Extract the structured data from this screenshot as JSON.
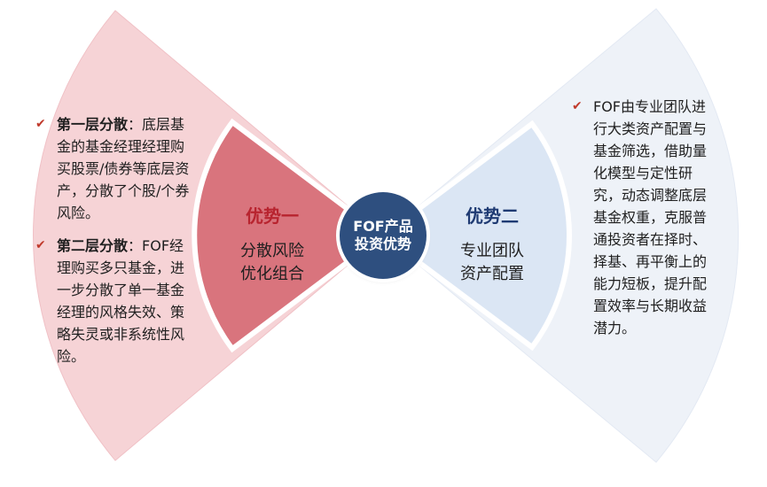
{
  "center": {
    "line1": "FOF产品",
    "line2": "投资优势"
  },
  "advantage_one": {
    "title": "优势一",
    "subtitle_line1": "分散风险",
    "subtitle_line2": "优化组合",
    "bullets": [
      {
        "head": "第一层分散",
        "body": "：底层基金的基金经理经理购买股票/债券等底层资产，分散了个股/个券风险。"
      },
      {
        "head": "第二层分散",
        "body": "：FOF经理购买多只基金，进一步分散了单一基金经理的风格失效、策略失灵或非系统性风险。"
      }
    ]
  },
  "advantage_two": {
    "title": "优势二",
    "subtitle_line1": "专业团队",
    "subtitle_line2": "资产配置",
    "bullets": [
      {
        "body": "FOF由专业团队进行大类资产配置与基金筛选，借助量化模型与定性研究，动态调整底层基金权重，克服普通投资者在择时、择基、再平衡上的能力短板，提升配置效率与长期收益潜力。"
      }
    ]
  },
  "colors": {
    "left_outer": "#f6d3d6",
    "left_inner": "#d9747d",
    "right_outer": "#eef2f8",
    "right_inner": "#dbe6f4",
    "core": "#2e4f7f",
    "check": "#c0392b"
  },
  "icons": {
    "bullet": "checkmark-icon"
  }
}
